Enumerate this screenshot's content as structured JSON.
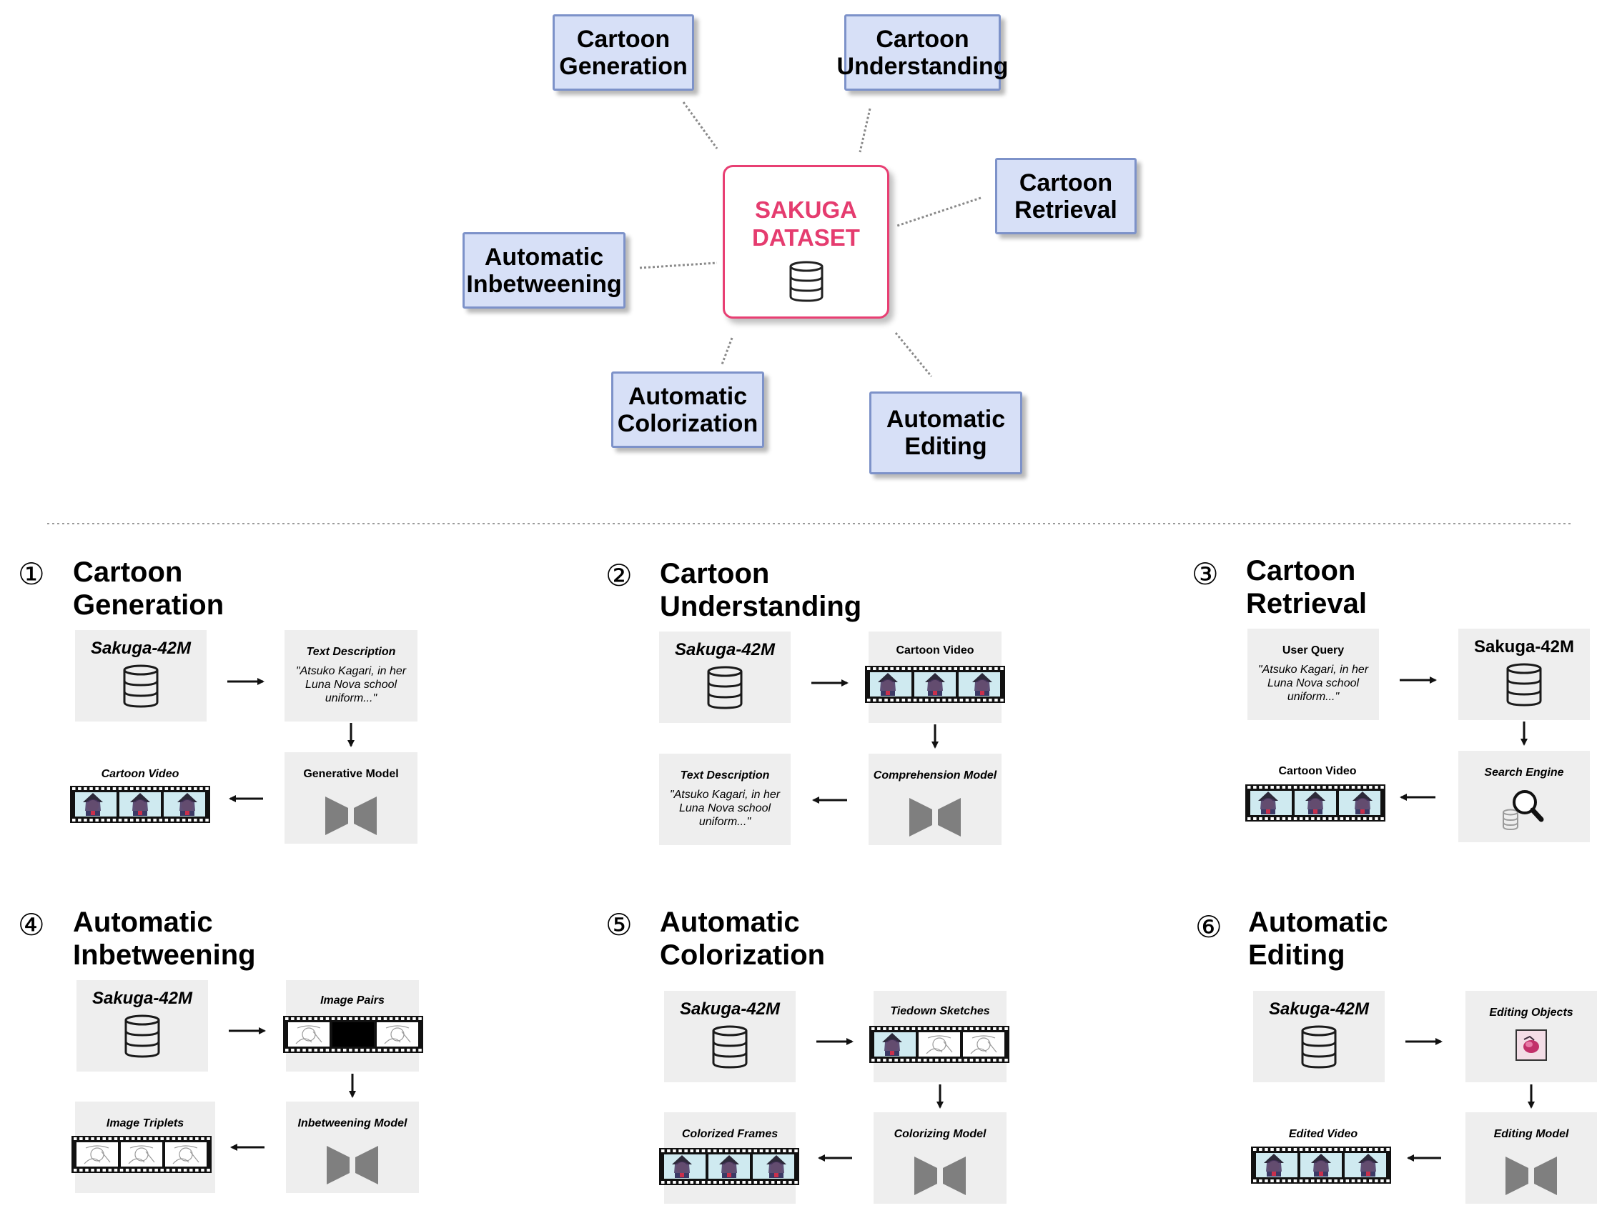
{
  "hub": {
    "title_line1": "SAKUGA",
    "title_line2": "DATASET",
    "icon": "database-icon"
  },
  "tasks": [
    {
      "line1": "Cartoon",
      "line2": "Generation"
    },
    {
      "line1": "Cartoon",
      "line2": "Understanding"
    },
    {
      "line1": "Cartoon",
      "line2": "Retrieval"
    },
    {
      "line1": "Automatic",
      "line2": "Inbetweening"
    },
    {
      "line1": "Automatic",
      "line2": "Colorization"
    },
    {
      "line1": "Automatic",
      "line2": "Editing"
    }
  ],
  "sections": [
    {
      "number": "①",
      "title_line1": "Cartoon",
      "title_line2": "Generation",
      "dataset": "Sakuga-42M",
      "step2_label": "Text Description",
      "step2_quote": "\"Atsuko Kagari, in her Luna Nova school uniform...\"",
      "model_label": "Generative Model",
      "output_label": "Cartoon Video"
    },
    {
      "number": "②",
      "title_line1": "Cartoon",
      "title_line2": "Understanding",
      "dataset": "Sakuga-42M",
      "step2_label": "Cartoon Video",
      "model_label": "Comprehension Model",
      "output_label": "Text Description",
      "output_quote": "\"Atsuko Kagari, in her Luna Nova school uniform...\""
    },
    {
      "number": "③",
      "title_line1": "Cartoon",
      "title_line2": "Retrieval",
      "query_label": "User Query",
      "query_quote": "\"Atsuko Kagari, in her Luna Nova school uniform...\"",
      "dataset": "Sakuga-42M",
      "model_label": "Search Engine",
      "output_label": "Cartoon Video"
    },
    {
      "number": "④",
      "title_line1": "Automatic",
      "title_line2": "Inbetweening",
      "dataset": "Sakuga-42M",
      "step2_label": "Image Pairs",
      "model_label": "Inbetweening Model",
      "output_label": "Image Triplets"
    },
    {
      "number": "⑤",
      "title_line1": "Automatic",
      "title_line2": "Colorization",
      "dataset": "Sakuga-42M",
      "step2_label": "Tiedown Sketches",
      "model_label": "Colorizing Model",
      "output_label": "Colorized Frames"
    },
    {
      "number": "⑥",
      "title_line1": "Automatic",
      "title_line2": "Editing",
      "dataset": "Sakuga-42M",
      "step2_label": "Editing Objects",
      "model_label": "Editing Model",
      "output_label": "Edited Video"
    }
  ],
  "colors": {
    "hub_border": "#e83f73",
    "hub_text": "#e53c6f",
    "task_fill": "#d7e0f7",
    "task_border": "#7d92c9",
    "panel": "#eeeeee",
    "model_icon": "#7f7f7f"
  }
}
